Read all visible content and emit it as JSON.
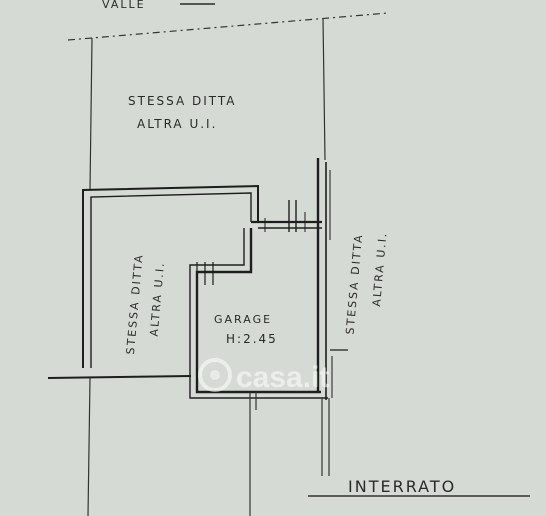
{
  "top_edge_label": "VALLE",
  "rooms": {
    "top": {
      "line1": "STESSA DITTA",
      "line2": "ALTRA U.I."
    },
    "left": {
      "line1": "STESSA DITTA",
      "line2": "ALTRA U.I."
    },
    "right": {
      "line1": "STESSA DITTA",
      "line2": "ALTRA U.I."
    },
    "garage": {
      "name": "GARAGE",
      "height": "H:2.45"
    }
  },
  "floor_label": "INTERRATO",
  "watermark": "casa.it",
  "colors": {
    "paper": "#d6dad5",
    "ink": "#2a2a2a",
    "wall": "#1e1e1e"
  }
}
